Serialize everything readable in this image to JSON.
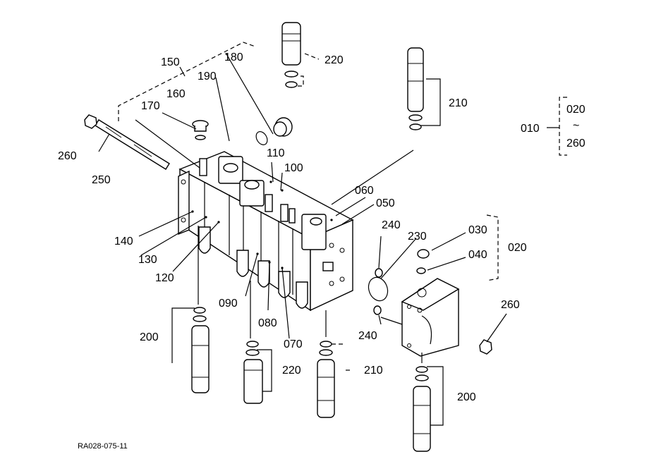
{
  "labels": {
    "l150": "150",
    "l180": "180",
    "l190": "190",
    "l160": "160",
    "l170": "170",
    "l220a": "220",
    "l210a": "210",
    "l020a": "020",
    "l010": "010",
    "tilde": "~",
    "l260a": "260",
    "l260b": "260",
    "l250": "250",
    "l110": "110",
    "l100": "100",
    "l060": "060",
    "l050": "050",
    "l240a": "240",
    "l230": "230",
    "l030": "030",
    "l040": "040",
    "l020b": "020",
    "l140": "140",
    "l130": "130",
    "l120": "120",
    "l090": "090",
    "l080": "080",
    "l070": "070",
    "l240b": "240",
    "l260c": "260",
    "l200a": "200",
    "l220b": "220",
    "l210b": "210",
    "l200b": "200"
  },
  "drawing_code": "RA028-075-11"
}
